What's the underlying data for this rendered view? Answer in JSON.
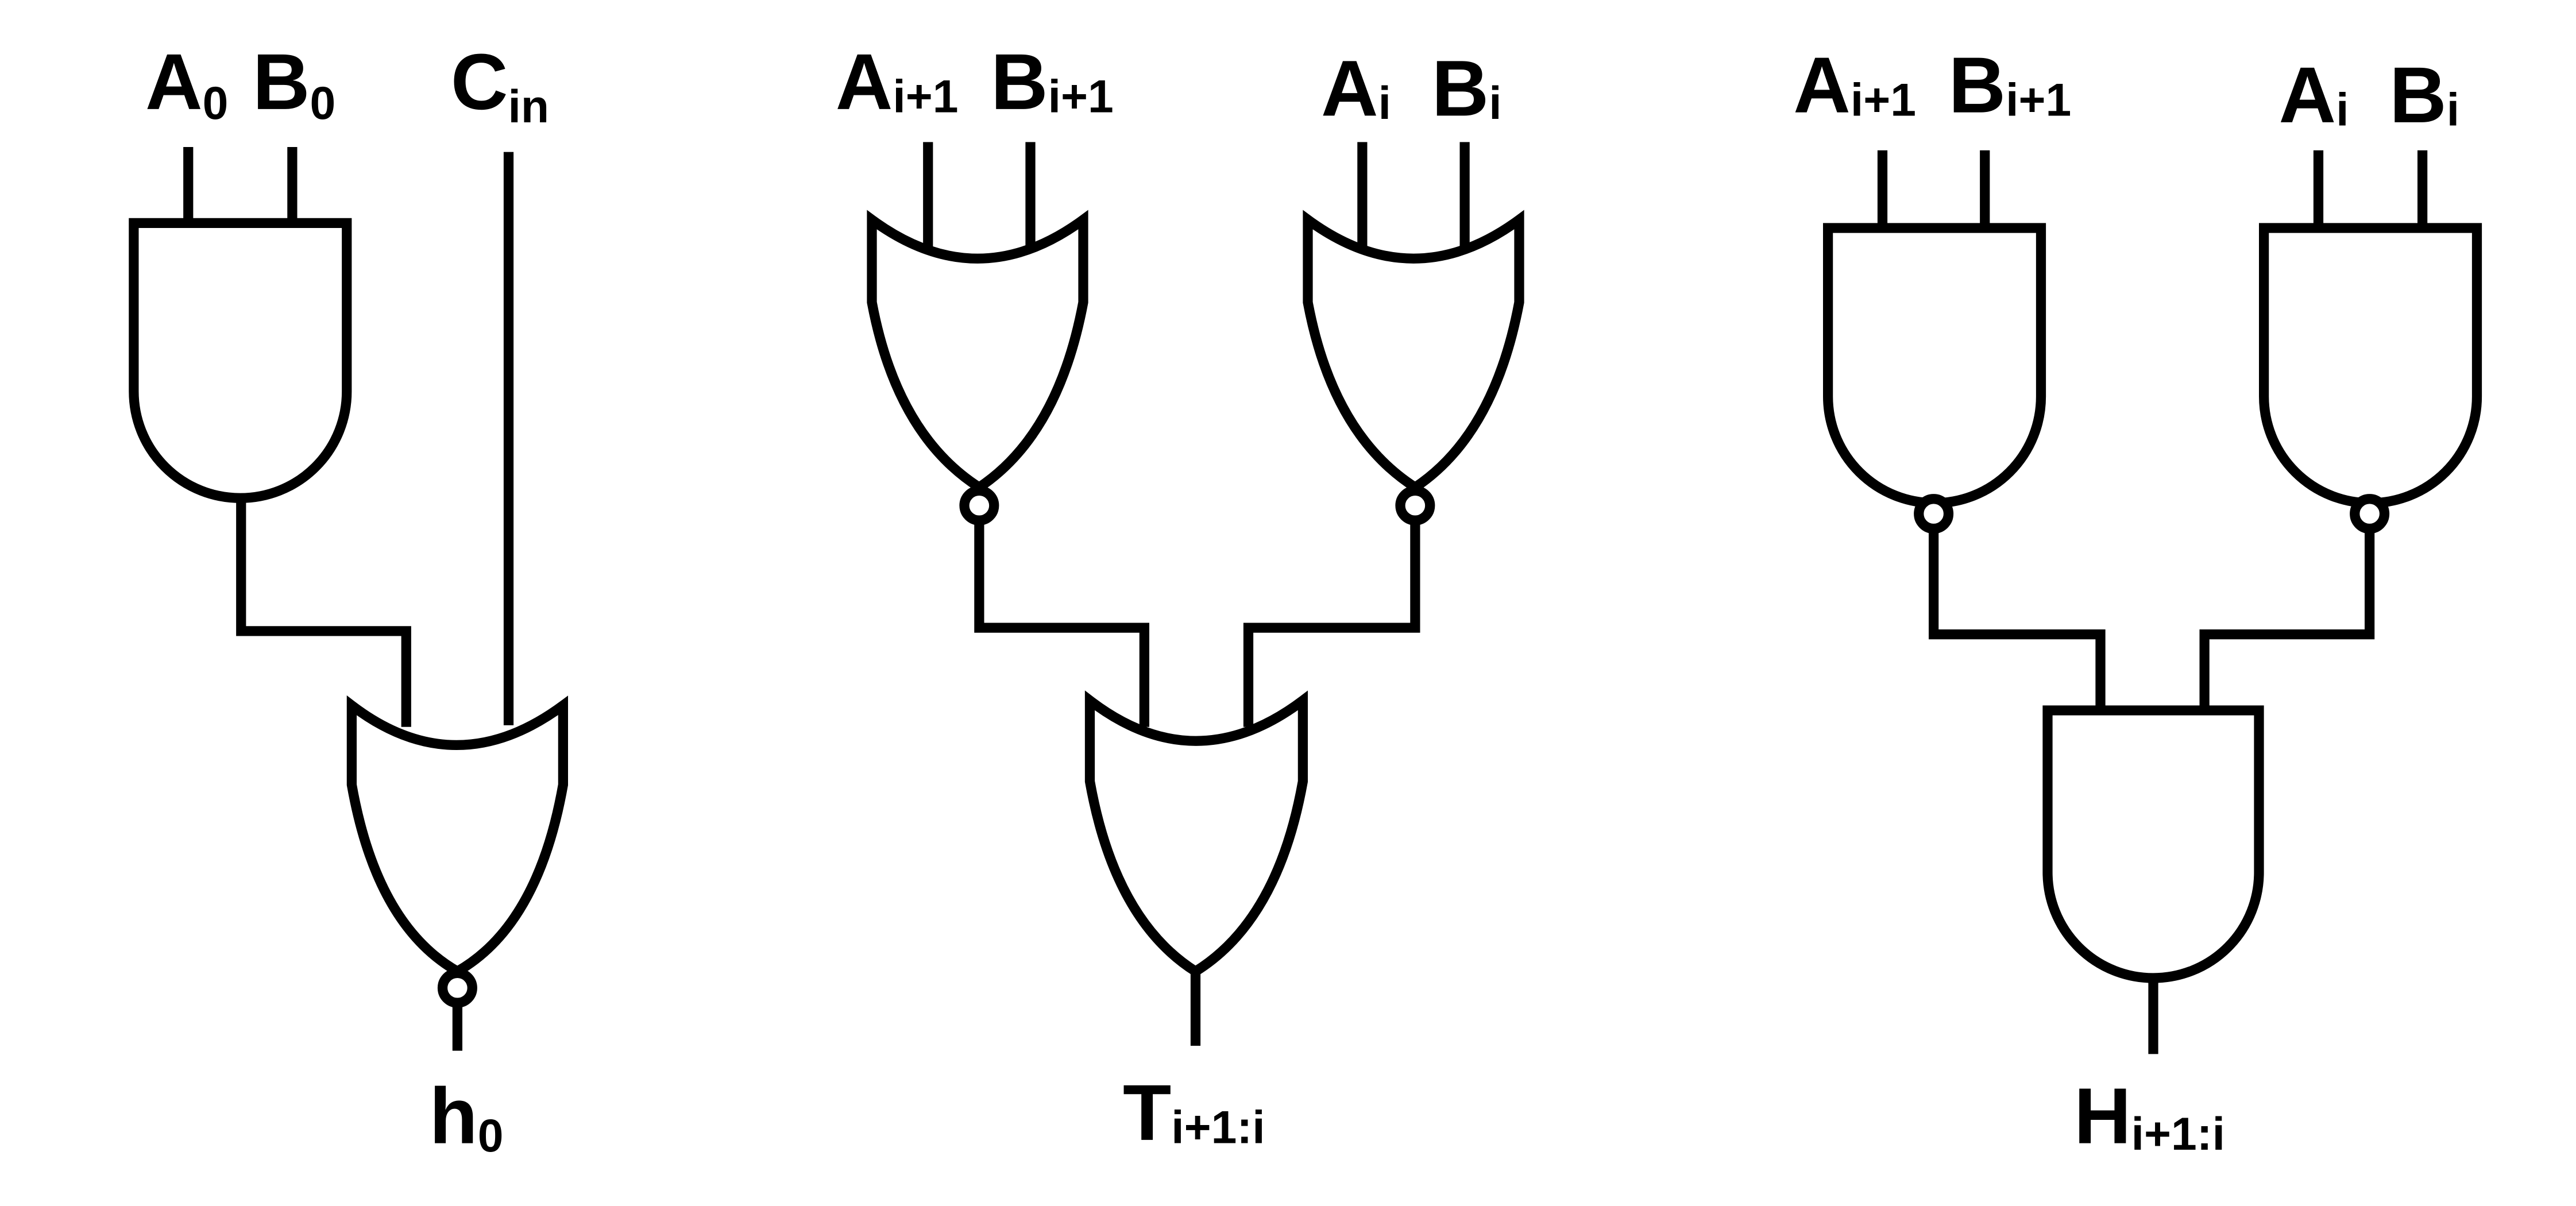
{
  "circuits": [
    {
      "inputs": [
        {
          "main": "A",
          "sub": "0"
        },
        {
          "main": "B",
          "sub": "0"
        },
        {
          "main": "C",
          "sub": "in"
        }
      ],
      "output": {
        "main": "h",
        "sub": "0"
      }
    },
    {
      "inputs": [
        {
          "main": "A",
          "sub": "i+1"
        },
        {
          "main": "B",
          "sub": "i+1"
        },
        {
          "main": "A",
          "sub": "i"
        },
        {
          "main": "B",
          "sub": "i"
        }
      ],
      "output": {
        "main": "T",
        "sub": "i+1:i"
      }
    },
    {
      "inputs": [
        {
          "main": "A",
          "sub": "i+1"
        },
        {
          "main": "B",
          "sub": "i+1"
        },
        {
          "main": "A",
          "sub": "i"
        },
        {
          "main": "B",
          "sub": "i"
        }
      ],
      "output": {
        "main": "H",
        "sub": "i+1:i"
      }
    }
  ]
}
